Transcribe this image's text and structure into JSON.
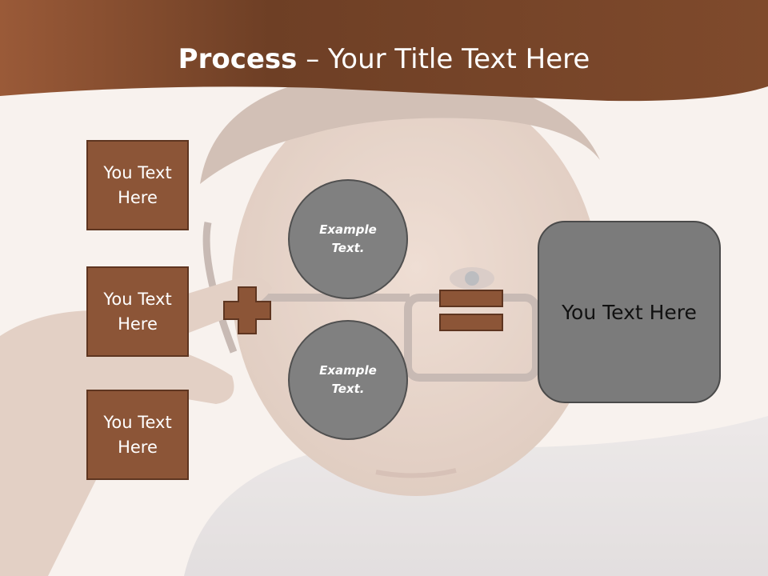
{
  "title": {
    "bold": "Process",
    "dash": " – ",
    "rest": "Your Title Text Here"
  },
  "left_boxes": [
    {
      "label": "You Text Here"
    },
    {
      "label": "You Text Here"
    },
    {
      "label": "You Text Here"
    }
  ],
  "circles": [
    {
      "label": "Example Text."
    },
    {
      "label": "Example Text."
    }
  ],
  "result_box": {
    "label": "You Text Here"
  },
  "colors": {
    "header_brown": "#7a4a2d",
    "box_brown": "#8c5537",
    "circle_gray": "#808080",
    "result_gray": "#7b7b7b"
  },
  "icons": [
    "plus-icon",
    "equals-icon"
  ]
}
